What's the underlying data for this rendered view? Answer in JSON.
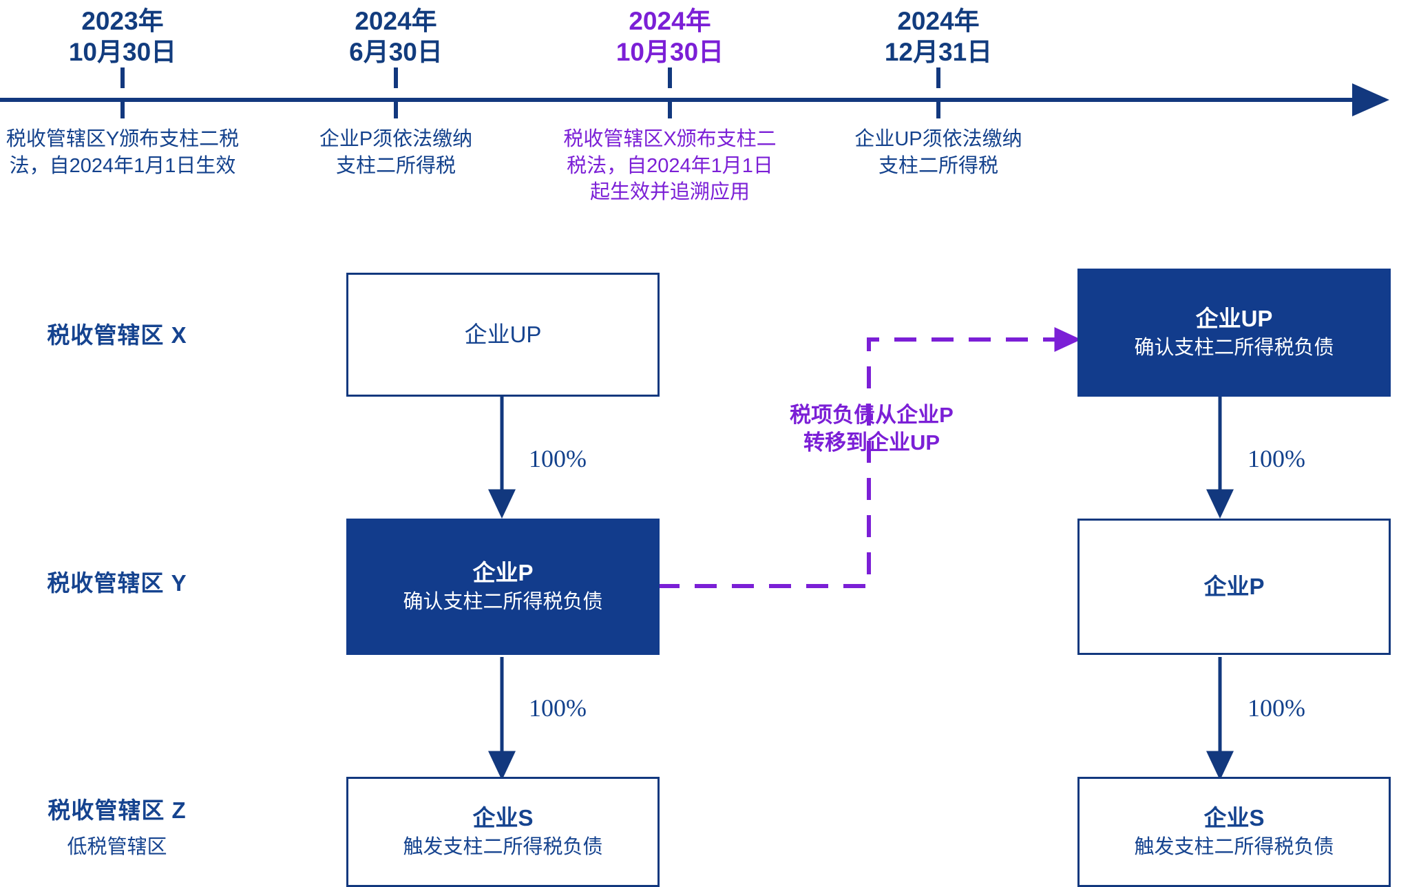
{
  "colors": {
    "brand_blue": "#123C8C",
    "text_blue": "#15438F",
    "accent_purple": "#7B1FD6",
    "box_fill": "#123C8C",
    "white": "#FFFFFF"
  },
  "timeline": {
    "axis_label": "timeline-axis",
    "events": [
      {
        "date_line1": "2023年",
        "date_line2": "10月30日",
        "desc_line1": "税收管辖区Y颁布支柱二税",
        "desc_line2": "法，自2024年1月1日生效",
        "desc_line3": "",
        "highlight": false
      },
      {
        "date_line1": "2024年",
        "date_line2": "6月30日",
        "desc_line1": "企业P须依法缴纳",
        "desc_line2": "支柱二所得税",
        "desc_line3": "",
        "highlight": false
      },
      {
        "date_line1": "2024年",
        "date_line2": "10月30日",
        "desc_line1": "税收管辖区X颁布支柱二",
        "desc_line2": "税法，自2024年1月1日",
        "desc_line3": "起生效并追溯应用",
        "highlight": true
      },
      {
        "date_line1": "2024年",
        "date_line2": "12月31日",
        "desc_line1": "企业UP须依法缴纳",
        "desc_line2": "支柱二所得税",
        "desc_line3": "",
        "highlight": false
      }
    ]
  },
  "rows": [
    {
      "label": "税收管辖区 X",
      "sublabel": ""
    },
    {
      "label": "税收管辖区 Y",
      "sublabel": ""
    },
    {
      "label": "税收管辖区 Z",
      "sublabel": "低税管辖区"
    }
  ],
  "left_structure": {
    "caption": "before-transfer-structure",
    "nodes": [
      {
        "title": "企业UP",
        "subtitle": "",
        "filled": false,
        "bold_title": false
      },
      {
        "title": "企业P",
        "subtitle": "确认支柱二所得税负债",
        "filled": true,
        "bold_title": true
      },
      {
        "title": "企业S",
        "subtitle": "触发支柱二所得税负债",
        "filled": false,
        "bold_title": true
      }
    ],
    "edges": [
      {
        "label": "100%"
      },
      {
        "label": "100%"
      }
    ]
  },
  "right_structure": {
    "caption": "after-transfer-structure",
    "nodes": [
      {
        "title": "企业UP",
        "subtitle": "确认支柱二所得税负债",
        "filled": true,
        "bold_title": true
      },
      {
        "title": "企业P",
        "subtitle": "",
        "filled": false,
        "bold_title": true
      },
      {
        "title": "企业S",
        "subtitle": "触发支柱二所得税负债",
        "filled": false,
        "bold_title": true
      }
    ],
    "edges": [
      {
        "label": "100%"
      },
      {
        "label": "100%"
      }
    ]
  },
  "transfer_annotation": {
    "line1": "税项负债从企业P",
    "line2": "转移到企业UP"
  }
}
